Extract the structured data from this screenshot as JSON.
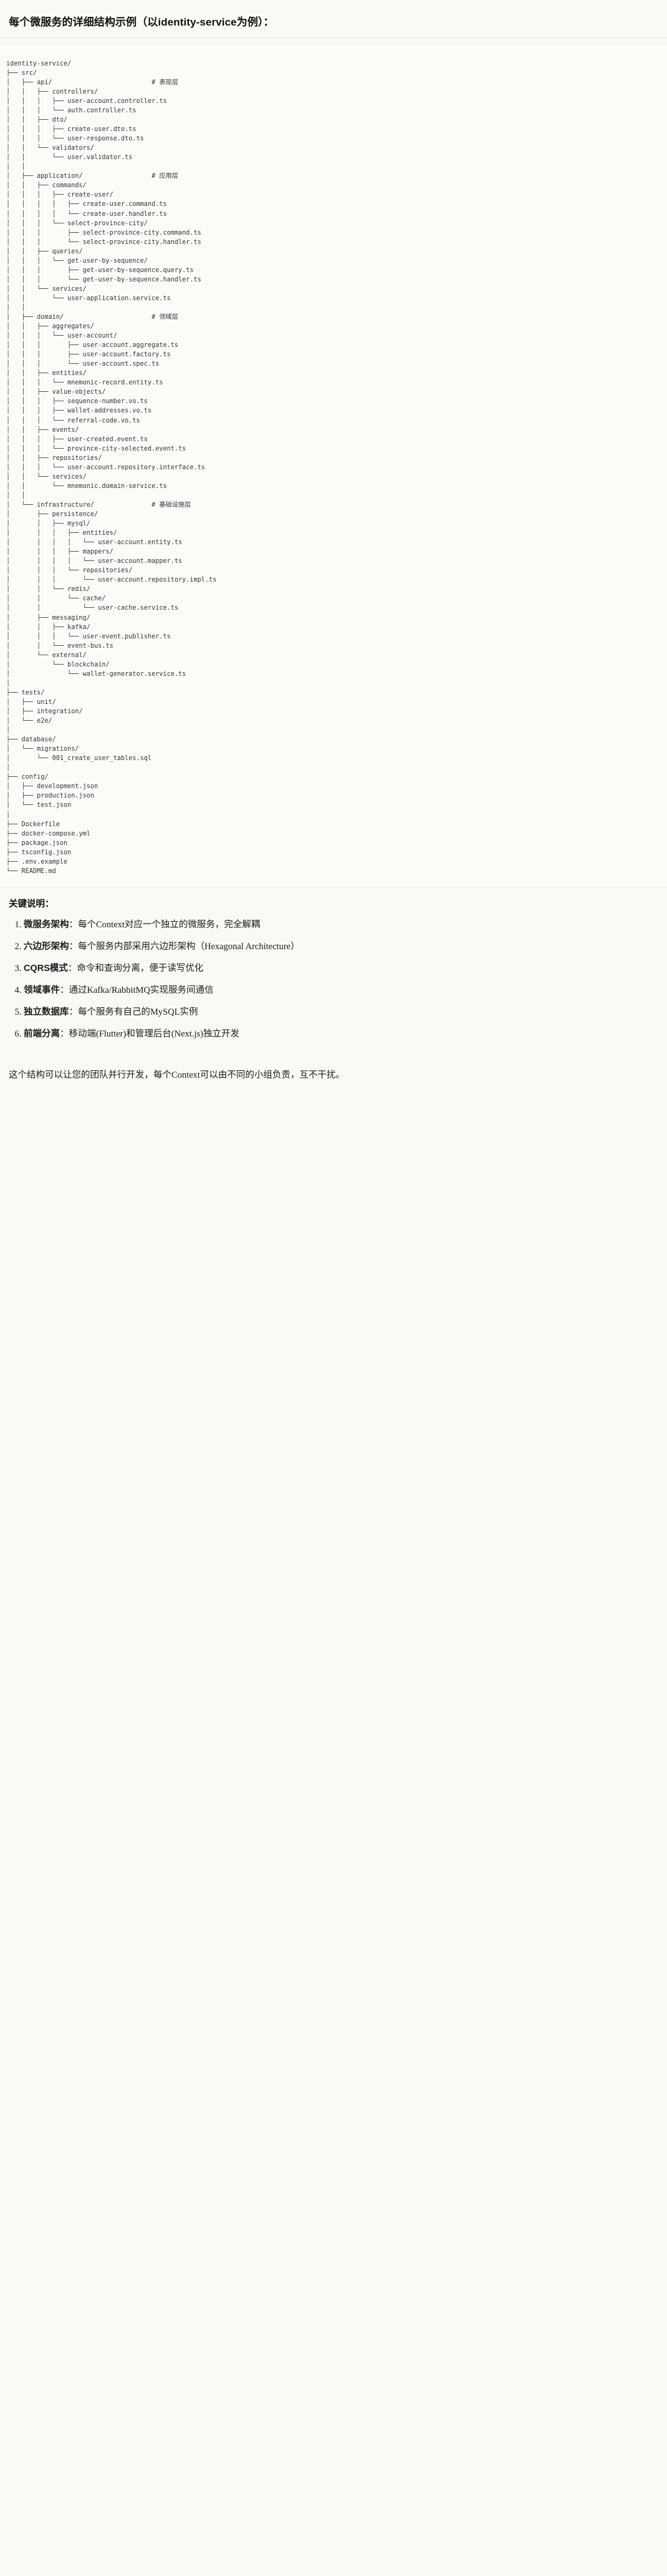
{
  "page": {
    "title": "每个微服务的详细结构示例（以identity-service为例）：",
    "background_color": "#faf9f6",
    "text_color": "#1b1b1b",
    "code_color": "#31363b"
  },
  "tree": {
    "root": "identity-service/",
    "text": "identity-service/\n├── src/\n│   ├── api/                          # 表现层\n│   │   ├── controllers/\n│   │   │   ├── user-account.controller.ts\n│   │   │   └── auth.controller.ts\n│   │   ├── dto/\n│   │   │   ├── create-user.dto.ts\n│   │   │   └── user-response.dto.ts\n│   │   └── validators/\n│   │       └── user.validator.ts\n│   │\n│   ├── application/                  # 应用层\n│   │   ├── commands/\n│   │   │   ├── create-user/\n│   │   │   │   ├── create-user.command.ts\n│   │   │   │   └── create-user.handler.ts\n│   │   │   └── select-province-city/\n│   │   │       ├── select-province-city.command.ts\n│   │   │       └── select-province-city.handler.ts\n│   │   ├── queries/\n│   │   │   └── get-user-by-sequence/\n│   │   │       ├── get-user-by-sequence.query.ts\n│   │   │       └── get-user-by-sequence.handler.ts\n│   │   └── services/\n│   │       └── user-application.service.ts\n│   │\n│   ├── domain/                       # 领域层\n│   │   ├── aggregates/\n│   │   │   └── user-account/\n│   │   │       ├── user-account.aggregate.ts\n│   │   │       ├── user-account.factory.ts\n│   │   │       └── user-account.spec.ts\n│   │   ├── entities/\n│   │   │   └── mnemonic-record.entity.ts\n│   │   ├── value-objects/\n│   │   │   ├── sequence-number.vo.ts\n│   │   │   ├── wallet-addresses.vo.ts\n│   │   │   └── referral-code.vo.ts\n│   │   ├── events/\n│   │   │   ├── user-created.event.ts\n│   │   │   └── province-city-selected.event.ts\n│   │   ├── repositories/\n│   │   │   └── user-account.repository.interface.ts\n│   │   └── services/\n│   │       └── mnemonic.domain-service.ts\n│   │\n│   └── infrastructure/               # 基础设施层\n│       ├── persistence/\n│       │   ├── mysql/\n│       │   │   ├── entities/\n│       │   │   │   └── user-account.entity.ts\n│       │   │   ├── mappers/\n│       │   │   │   └── user-account.mapper.ts\n│       │   │   └── repositories/\n│       │   │       └── user-account.repository.impl.ts\n│       │   └── redis/\n│       │       └── cache/\n│       │           └── user-cache.service.ts\n│       ├── messaging/\n│       │   ├── kafka/\n│       │   │   └── user-event.publisher.ts\n│       │   └── event-bus.ts\n│       └── external/\n│           └── blockchain/\n│               └── wallet-generator.service.ts\n│\n├── tests/\n│   ├── unit/\n│   ├── integration/\n│   └── e2e/\n│\n├── database/\n│   └── migrations/\n│       └── 001_create_user_tables.sql\n│\n├── config/\n│   ├── development.json\n│   ├── production.json\n│   └── test.json\n│\n├── Dockerfile\n├── docker-compose.yml\n├── package.json\n├── tsconfig.json\n├── .env.example\n└── README.md",
    "layer_comments": [
      {
        "path": "src/api/",
        "comment": "# 表现层"
      },
      {
        "path": "src/application/",
        "comment": "# 应用层"
      },
      {
        "path": "src/domain/",
        "comment": "# 领域层"
      },
      {
        "path": "src/infrastructure/",
        "comment": "# 基础设施层"
      }
    ]
  },
  "keys": {
    "heading": "关键说明：",
    "items": [
      {
        "term": "微服务架构",
        "sep": "：",
        "desc": "每个Context对应一个独立的微服务，完全解耦"
      },
      {
        "term": "六边形架构",
        "sep": "：",
        "desc": "每个服务内部采用六边形架构（Hexagonal Architecture）"
      },
      {
        "term": "CQRS模式",
        "sep": "：",
        "desc": "命令和查询分离，便于读写优化"
      },
      {
        "term": "领域事件",
        "sep": "：",
        "desc": "通过Kafka/RabbitMQ实现服务间通信"
      },
      {
        "term": "独立数据库",
        "sep": "：",
        "desc": "每个服务有自己的MySQL实例"
      },
      {
        "term": "前端分离",
        "sep": "：",
        "desc": "移动端(Flutter)和管理后台(Next.js)独立开发"
      }
    ]
  },
  "closing": "这个结构可以让您的团队并行开发，每个Context可以由不同的小组负责，互不干扰。"
}
